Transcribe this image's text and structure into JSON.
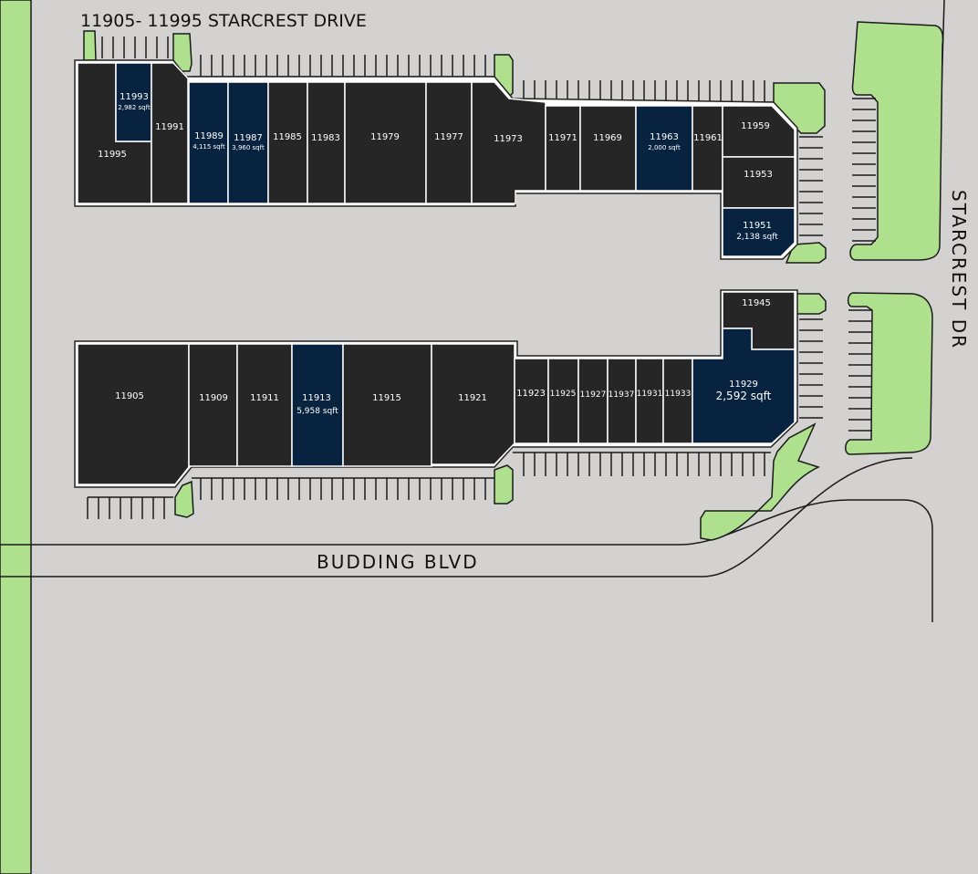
{
  "title": "11905- 11995 STARCREST DRIVE",
  "streets": {
    "budding": "BUDDING BLVD",
    "starcrest": "STARCREST DR"
  },
  "colors": {
    "background": "#d3d2d0",
    "green": "#aee08e",
    "occupied_unit": "#262626",
    "available_unit": "#08233f"
  },
  "units": {
    "u11995": {
      "number": "11995"
    },
    "u11993": {
      "number": "11993",
      "sqft": "2,982 sqft",
      "status": "available"
    },
    "u11991": {
      "number": "11991"
    },
    "u11989": {
      "number": "11989",
      "sqft": "4,115 sqft",
      "status": "available"
    },
    "u11987": {
      "number": "11987",
      "sqft": "3,960 sqft",
      "status": "available"
    },
    "u11985": {
      "number": "11985"
    },
    "u11983": {
      "number": "11983"
    },
    "u11979": {
      "number": "11979"
    },
    "u11977": {
      "number": "11977"
    },
    "u11973": {
      "number": "11973"
    },
    "u11971": {
      "number": "11971"
    },
    "u11969": {
      "number": "11969"
    },
    "u11963": {
      "number": "11963",
      "sqft": "2,000 sqft",
      "status": "available"
    },
    "u11961": {
      "number": "11961"
    },
    "u11959": {
      "number": "11959"
    },
    "u11953": {
      "number": "11953"
    },
    "u11951": {
      "number": "11951",
      "sqft": "2,138 sqft",
      "status": "available"
    },
    "u11945": {
      "number": "11945"
    },
    "u11905": {
      "number": "11905"
    },
    "u11909": {
      "number": "11909"
    },
    "u11911": {
      "number": "11911"
    },
    "u11913": {
      "number": "11913",
      "sqft": "5,958 sqft",
      "status": "available"
    },
    "u11915": {
      "number": "11915"
    },
    "u11921": {
      "number": "11921"
    },
    "u11923": {
      "number": "11923"
    },
    "u11925": {
      "number": "11925"
    },
    "u11927": {
      "number": "11927"
    },
    "u11937": {
      "number": "11937"
    },
    "u11931": {
      "number": "11931"
    },
    "u11933": {
      "number": "11933"
    },
    "u11929": {
      "number": "11929",
      "sqft": "2,592 sqft",
      "status": "available"
    }
  }
}
